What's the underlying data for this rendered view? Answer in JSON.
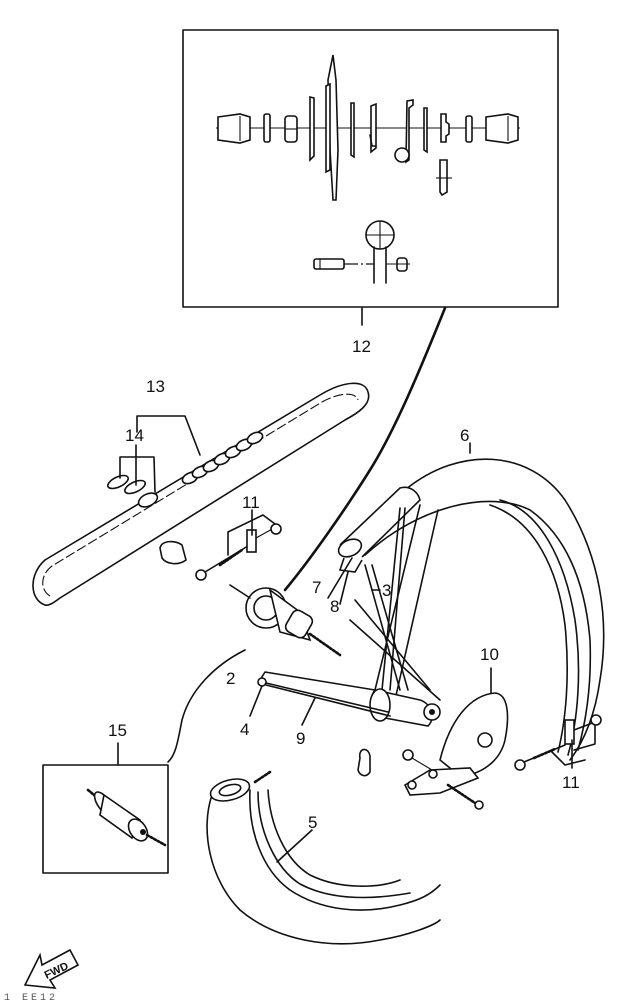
{
  "diagram": {
    "type": "exploded-parts-view",
    "subject": "rear wheel and brake assembly",
    "callouts": [
      {
        "id": "c12",
        "label": "12",
        "part": "hub kit"
      },
      {
        "id": "c13",
        "label": "13",
        "part": "chain"
      },
      {
        "id": "c14",
        "label": "14",
        "part": "chain joints"
      },
      {
        "id": "c11a",
        "label": "11",
        "part": "adjuster set"
      },
      {
        "id": "c6",
        "label": "6",
        "part": "tire"
      },
      {
        "id": "c7",
        "label": "7",
        "part": "tube"
      },
      {
        "id": "c8",
        "label": "8",
        "part": "rim band"
      },
      {
        "id": "c3",
        "label": "3",
        "part": "spoke"
      },
      {
        "id": "c2",
        "label": "2",
        "part": "hub"
      },
      {
        "id": "c4",
        "label": "4",
        "part": "washer"
      },
      {
        "id": "c9",
        "label": "9",
        "part": "brake rod"
      },
      {
        "id": "c10",
        "label": "10",
        "part": "brake shoe plate"
      },
      {
        "id": "c11b",
        "label": "11",
        "part": "adjuster set"
      },
      {
        "id": "c15",
        "label": "15",
        "part": "hub assembly"
      },
      {
        "id": "c5",
        "label": "5",
        "part": "rim"
      }
    ],
    "direction_marker": "FWD",
    "footer_code": "1 EE12"
  },
  "colors": {
    "ink": "#111111",
    "paper": "#ffffff"
  }
}
